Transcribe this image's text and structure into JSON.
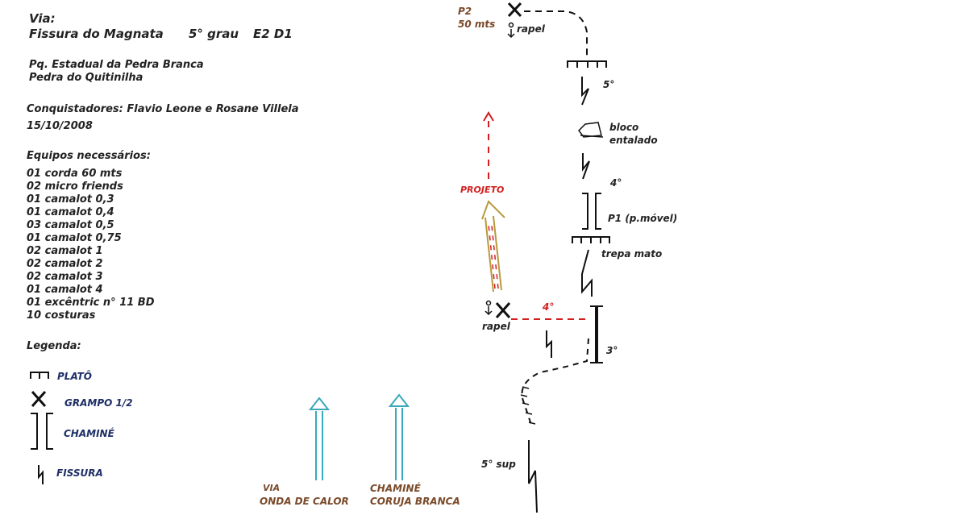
{
  "info": {
    "via_label": "Via:",
    "route_name": "Fissura do Magnata",
    "grade": "5° grau",
    "rating": "E2 D1",
    "park": "Pq. Estadual da Pedra Branca",
    "rock": "Pedra do Quitinilha",
    "conquerors": "Conquistadores:  Flavio Leone e Rosane Villela",
    "date": "15/10/2008",
    "gear_title": "Equipos necessários:",
    "gear": [
      "01 corda 60 mts",
      "02 micro friends",
      "01 camalot 0,3",
      "01 camalot 0,4",
      "03 camalot 0,5",
      "01 camalot 0,75",
      "02 camalot 1",
      "02 camalot 2",
      "02 camalot 3",
      "01 camalot 4",
      "01 excêntric n° 11 BD",
      "10 costuras"
    ]
  },
  "legend": {
    "title": "Legenda:",
    "plato": "PLATÔ",
    "grampo": "GRAMPO 1/2",
    "chamine": "CHAMINÉ",
    "fissura": "FISSURA"
  },
  "topo": {
    "p2": "P2",
    "p2_length": "50 mts",
    "rapel_top": "rapel",
    "grade_5": "5°",
    "bloco": "bloco",
    "entalado": "entalado",
    "grade_4": "4°",
    "p1": "P1 (p.móvel)",
    "trepa_mato": "trepa mato",
    "grade_4_red": "4°",
    "rapel_mid": "rapel",
    "grade_3": "3°",
    "grade_5sup": "5° sup",
    "projeto": "PROJETO",
    "via_word": "VIA",
    "onda": "ONDA DE CALOR",
    "chamine_word": "CHAMINÉ",
    "coruja": "CORUJA BRANCA"
  },
  "colors": {
    "ink": "#111111",
    "legend_text": "#1f2f66",
    "brown_text": "#7a4a2a",
    "red": "#d21e1e",
    "cyan": "#3aa9b9",
    "olive": "#b89a3c"
  }
}
